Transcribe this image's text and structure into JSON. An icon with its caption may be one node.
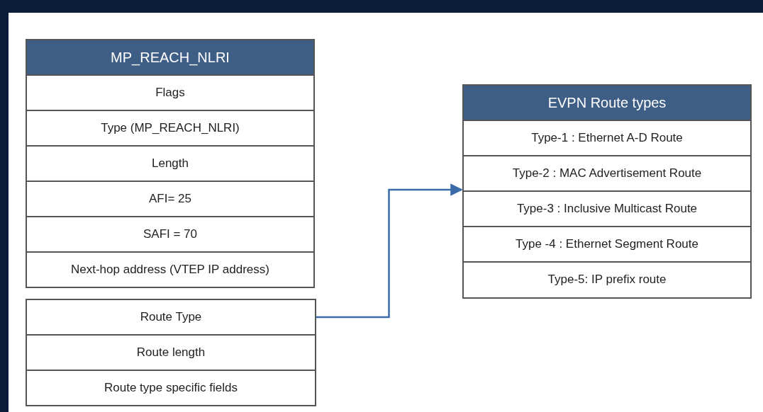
{
  "diagram": {
    "nodes": [
      {
        "text": [
          "MP_REACH_NLRI"
        ]
      },
      {
        "text": [
          "Flags"
        ],
        "in": 0
      },
      {
        "text": [
          "Type (MP_REACH_NLRI)"
        ],
        "in": 0
      },
      {
        "text": [
          "Length"
        ],
        "in": 0
      },
      {
        "text": [
          "AFI= 25"
        ],
        "in": 0
      },
      {
        "text": [
          "SAFI = 70"
        ],
        "in": 0
      },
      {
        "text": [
          "Next-hop address (VTEP IP address)"
        ],
        "in": 0
      },
      {
        "text": [
          "Route Type"
        ]
      },
      {
        "text": [
          "Route length"
        ]
      },
      {
        "text": [
          "Route type specific fields"
        ]
      },
      {
        "text": [
          "EVPN Route types"
        ]
      },
      {
        "text": [
          "Type-1 : Ethernet A-D Route"
        ],
        "in": 10
      },
      {
        "text": [
          "Type-2 : MAC Advertisement Route"
        ],
        "in": 10
      },
      {
        "text": [
          "Type-3 : Inclusive Multicast Route"
        ],
        "in": 10
      },
      {
        "text": [
          "Type -4 : Ethernet Segment Route"
        ],
        "in": 10
      },
      {
        "text": [
          "Type-5: IP prefix route"
        ],
        "in": 10
      }
    ],
    "edges": [
      {
        "from": 7,
        "to": 10,
        "arrow": "to"
      }
    ]
  }
}
